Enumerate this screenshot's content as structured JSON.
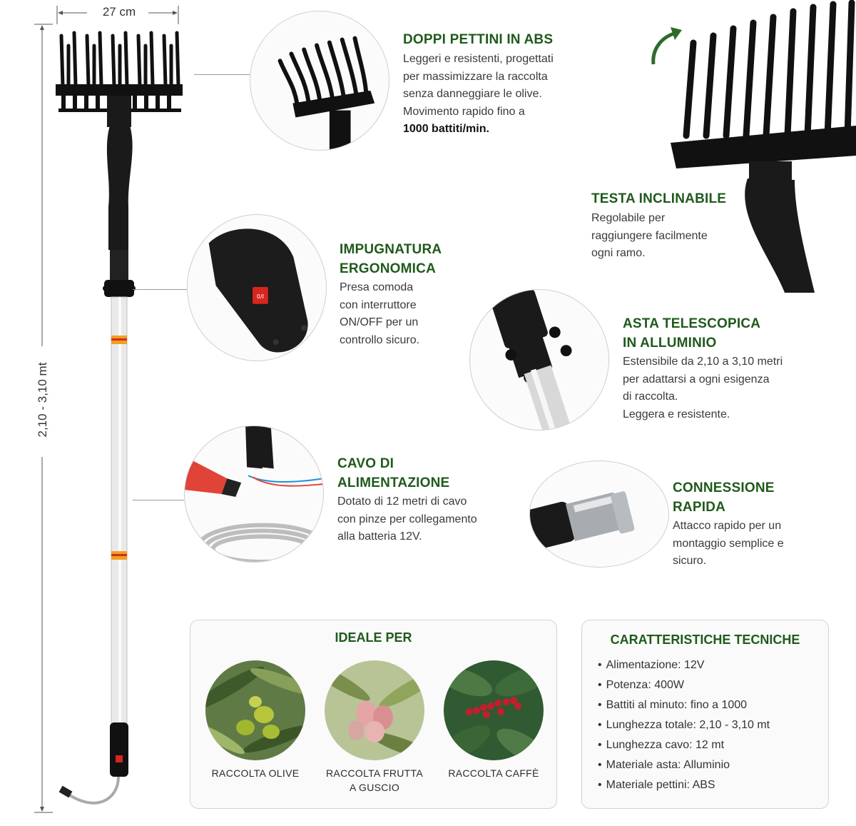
{
  "dimension_width": "27 cm",
  "dimension_height": "2,10 - 3,10 mt",
  "features": [
    {
      "title_lines": [
        "DOPPI PETTINI IN ABS"
      ],
      "body_lines": [
        "Leggeri e resistenti, progettati",
        "per massimizzare la raccolta",
        "senza danneggiare le olive.",
        "Movimento rapido fino a"
      ],
      "bold_line": "1000 battiti/min."
    },
    {
      "title_lines": [
        "TESTA INCLINABILE"
      ],
      "body_lines": [
        "Regolabile per",
        "raggiungere facilmente",
        "ogni ramo."
      ]
    },
    {
      "title_lines": [
        "IMPUGNATURA",
        "ERGONOMICA"
      ],
      "body_lines": [
        "Presa comoda",
        "con interruttore",
        "ON/OFF per un",
        "controllo sicuro."
      ]
    },
    {
      "title_lines": [
        "ASTA TELESCOPICA",
        "IN ALLUMINIO"
      ],
      "body_lines": [
        "Estensibile da 2,10 a 3,10 metri",
        "per adattarsi a ogni esigenza",
        "di raccolta.",
        "Leggera e resistente."
      ]
    },
    {
      "title_lines": [
        "CAVO DI",
        "ALIMENTAZIONE"
      ],
      "body_lines": [
        "Dotato di 12 metri di cavo",
        "con pinze per collegamento",
        "alla batteria 12V."
      ]
    },
    {
      "title_lines": [
        "CONNESSIONE",
        "RAPIDA"
      ],
      "body_lines": [
        "Attacco rapido per un",
        "montaggio semplice e",
        "sicuro."
      ]
    }
  ],
  "ideal_for": {
    "title": "IDEALE PER",
    "items": [
      {
        "label_lines": [
          "RACCOLTA OLIVE"
        ]
      },
      {
        "label_lines": [
          "RACCOLTA FRUTTA",
          "A GUSCIO"
        ]
      },
      {
        "label_lines": [
          "RACCOLTA CAFFÈ"
        ]
      }
    ]
  },
  "specs": {
    "title": "CARATTERISTICHE TECNICHE",
    "items": [
      "Alimentazione: 12V",
      "Potenza: 400W",
      "Battiti al minuto:  fino a 1000",
      "Lunghezza totale:  2,10 - 3,10 mt",
      "Lunghezza cavo:  12 mt",
      "Materiale asta:  Alluminio",
      "Materiale pettini:  ABS"
    ]
  },
  "colors": {
    "heading_green": "#1f5a1c",
    "switch_red": "#d7261e",
    "clamp_red": "#e04438"
  }
}
